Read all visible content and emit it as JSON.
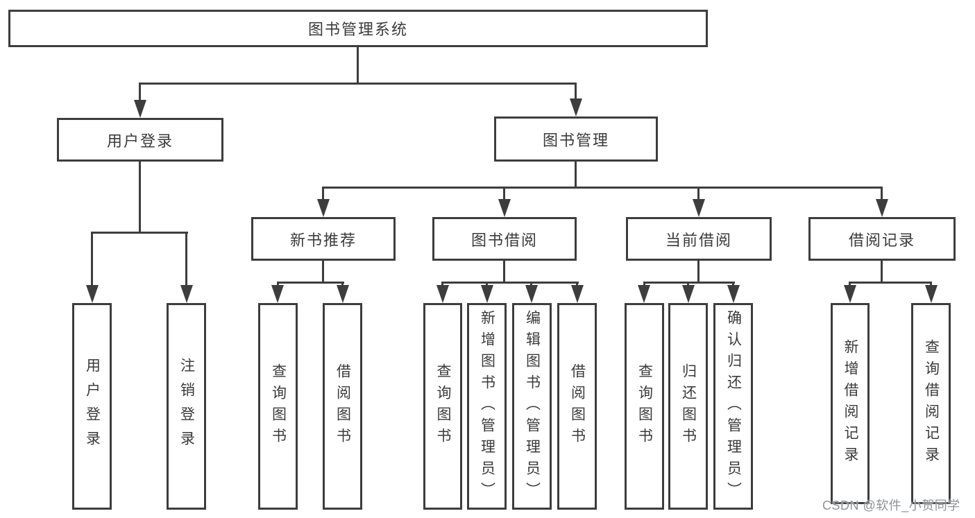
{
  "nodes": {
    "root": {
      "label": "图书管理系统"
    },
    "user_login": {
      "label": "用户登录"
    },
    "book_mgmt": {
      "label": "图书管理"
    },
    "new_book_rec": {
      "label": "新书推荐"
    },
    "book_borrow": {
      "label": "图书借阅"
    },
    "current_borrow": {
      "label": "当前借阅"
    },
    "borrow_records": {
      "label": "借阅记录"
    },
    "leaf_user_login": {
      "label": "用户登录"
    },
    "leaf_logout": {
      "label": "注销登录"
    },
    "leaf_nb_query": {
      "label": "查询图书"
    },
    "leaf_nb_borrow": {
      "label": "借阅图书"
    },
    "leaf_bb_query": {
      "label": "查询图书"
    },
    "leaf_bb_add": {
      "label": "新增图书（管理员）"
    },
    "leaf_bb_edit": {
      "label": "编辑图书（管理员）"
    },
    "leaf_bb_borrow": {
      "label": "借阅图书"
    },
    "leaf_cb_query": {
      "label": "查询图书"
    },
    "leaf_cb_return": {
      "label": "归还图书"
    },
    "leaf_cb_confirm": {
      "label": "确认归还（管理员）"
    },
    "leaf_br_add": {
      "label": "新增借阅记录"
    },
    "leaf_br_query": {
      "label": "查询借阅记录"
    }
  },
  "hierarchy": {
    "root": [
      "user_login",
      "book_mgmt"
    ],
    "user_login": [
      "leaf_user_login",
      "leaf_logout"
    ],
    "book_mgmt": [
      "new_book_rec",
      "book_borrow",
      "current_borrow",
      "borrow_records"
    ],
    "new_book_rec": [
      "leaf_nb_query",
      "leaf_nb_borrow"
    ],
    "book_borrow": [
      "leaf_bb_query",
      "leaf_bb_add",
      "leaf_bb_edit",
      "leaf_bb_borrow"
    ],
    "current_borrow": [
      "leaf_cb_query",
      "leaf_cb_return",
      "leaf_cb_confirm"
    ],
    "borrow_records": [
      "leaf_br_add",
      "leaf_br_query"
    ]
  },
  "watermark": {
    "text": "CSDN @软件_小贺同学"
  },
  "colors": {
    "line": "#3d3d3d",
    "text": "#3a3a3a",
    "watermark": "#8e9297",
    "bg": "#ffffff"
  }
}
